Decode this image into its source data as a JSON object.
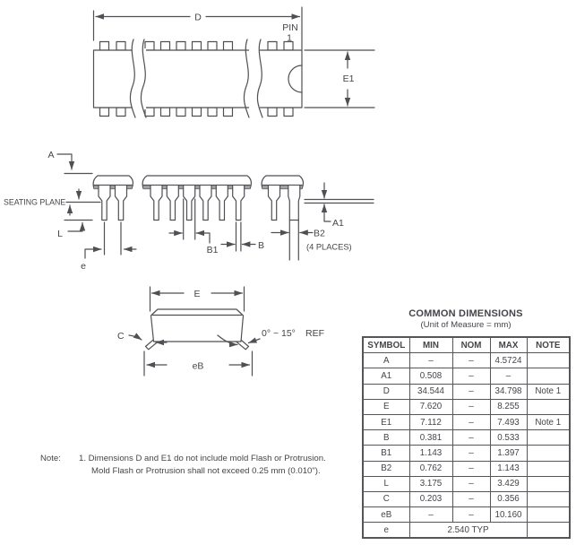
{
  "colors": {
    "line": "#4f4f54",
    "text": "#45454a",
    "body_shading": "#a2a2a6"
  },
  "diagram": {
    "top_view": {
      "d_label": "D",
      "pin_label": "PIN",
      "pin_number": "1",
      "e1_label": "E1"
    },
    "side_view": {
      "a_label": "A",
      "seating_plane_label": "SEATING PLANE",
      "l_label": "L",
      "e_label": "e",
      "b1_label": "B1",
      "b_label": "B",
      "a1_label": "A1",
      "b2_label": "B2",
      "b2_places_label": "(4 PLACES)"
    },
    "end_view": {
      "e_label": "E",
      "c_label": "C",
      "angle_label": "0° ~ 15°",
      "ref_label": "REF",
      "eb_label": "eB"
    }
  },
  "note": {
    "label": "Note:",
    "line1": "1. Dimensions D and E1 do not include mold Flash or Protrusion.",
    "line2": "Mold Flash or Protrusion shall not exceed 0.25 mm (0.010\")."
  },
  "table": {
    "title": "COMMON DIMENSIONS",
    "subtitle": "(Unit of Measure = mm)",
    "headers": {
      "symbol": "SYMBOL",
      "min": "MIN",
      "nom": "NOM",
      "max": "MAX",
      "note": "NOTE"
    },
    "rows": [
      {
        "symbol": "A",
        "min": "–",
        "nom": "–",
        "max": "4.5724",
        "note": ""
      },
      {
        "symbol": "A1",
        "min": "0.508",
        "nom": "–",
        "max": "–",
        "note": ""
      },
      {
        "symbol": "D",
        "min": "34.544",
        "nom": "–",
        "max": "34.798",
        "note": "Note 1"
      },
      {
        "symbol": "E",
        "min": "7.620",
        "nom": "–",
        "max": "8.255",
        "note": ""
      },
      {
        "symbol": "E1",
        "min": "7.112",
        "nom": "–",
        "max": "7.493",
        "note": "Note 1"
      },
      {
        "symbol": "B",
        "min": "0.381",
        "nom": "–",
        "max": "0.533",
        "note": ""
      },
      {
        "symbol": "B1",
        "min": "1.143",
        "nom": "–",
        "max": "1.397",
        "note": ""
      },
      {
        "symbol": "B2",
        "min": "0.762",
        "nom": "–",
        "max": "1.143",
        "note": ""
      },
      {
        "symbol": "L",
        "min": "3.175",
        "nom": "–",
        "max": "3.429",
        "note": ""
      },
      {
        "symbol": "C",
        "min": "0.203",
        "nom": "–",
        "max": "0.356",
        "note": ""
      },
      {
        "symbol": "eB",
        "min": "–",
        "nom": "–",
        "max": "10.160",
        "note": ""
      }
    ],
    "typ_row": {
      "symbol": "e",
      "value": "2.540 TYP",
      "note": ""
    }
  }
}
